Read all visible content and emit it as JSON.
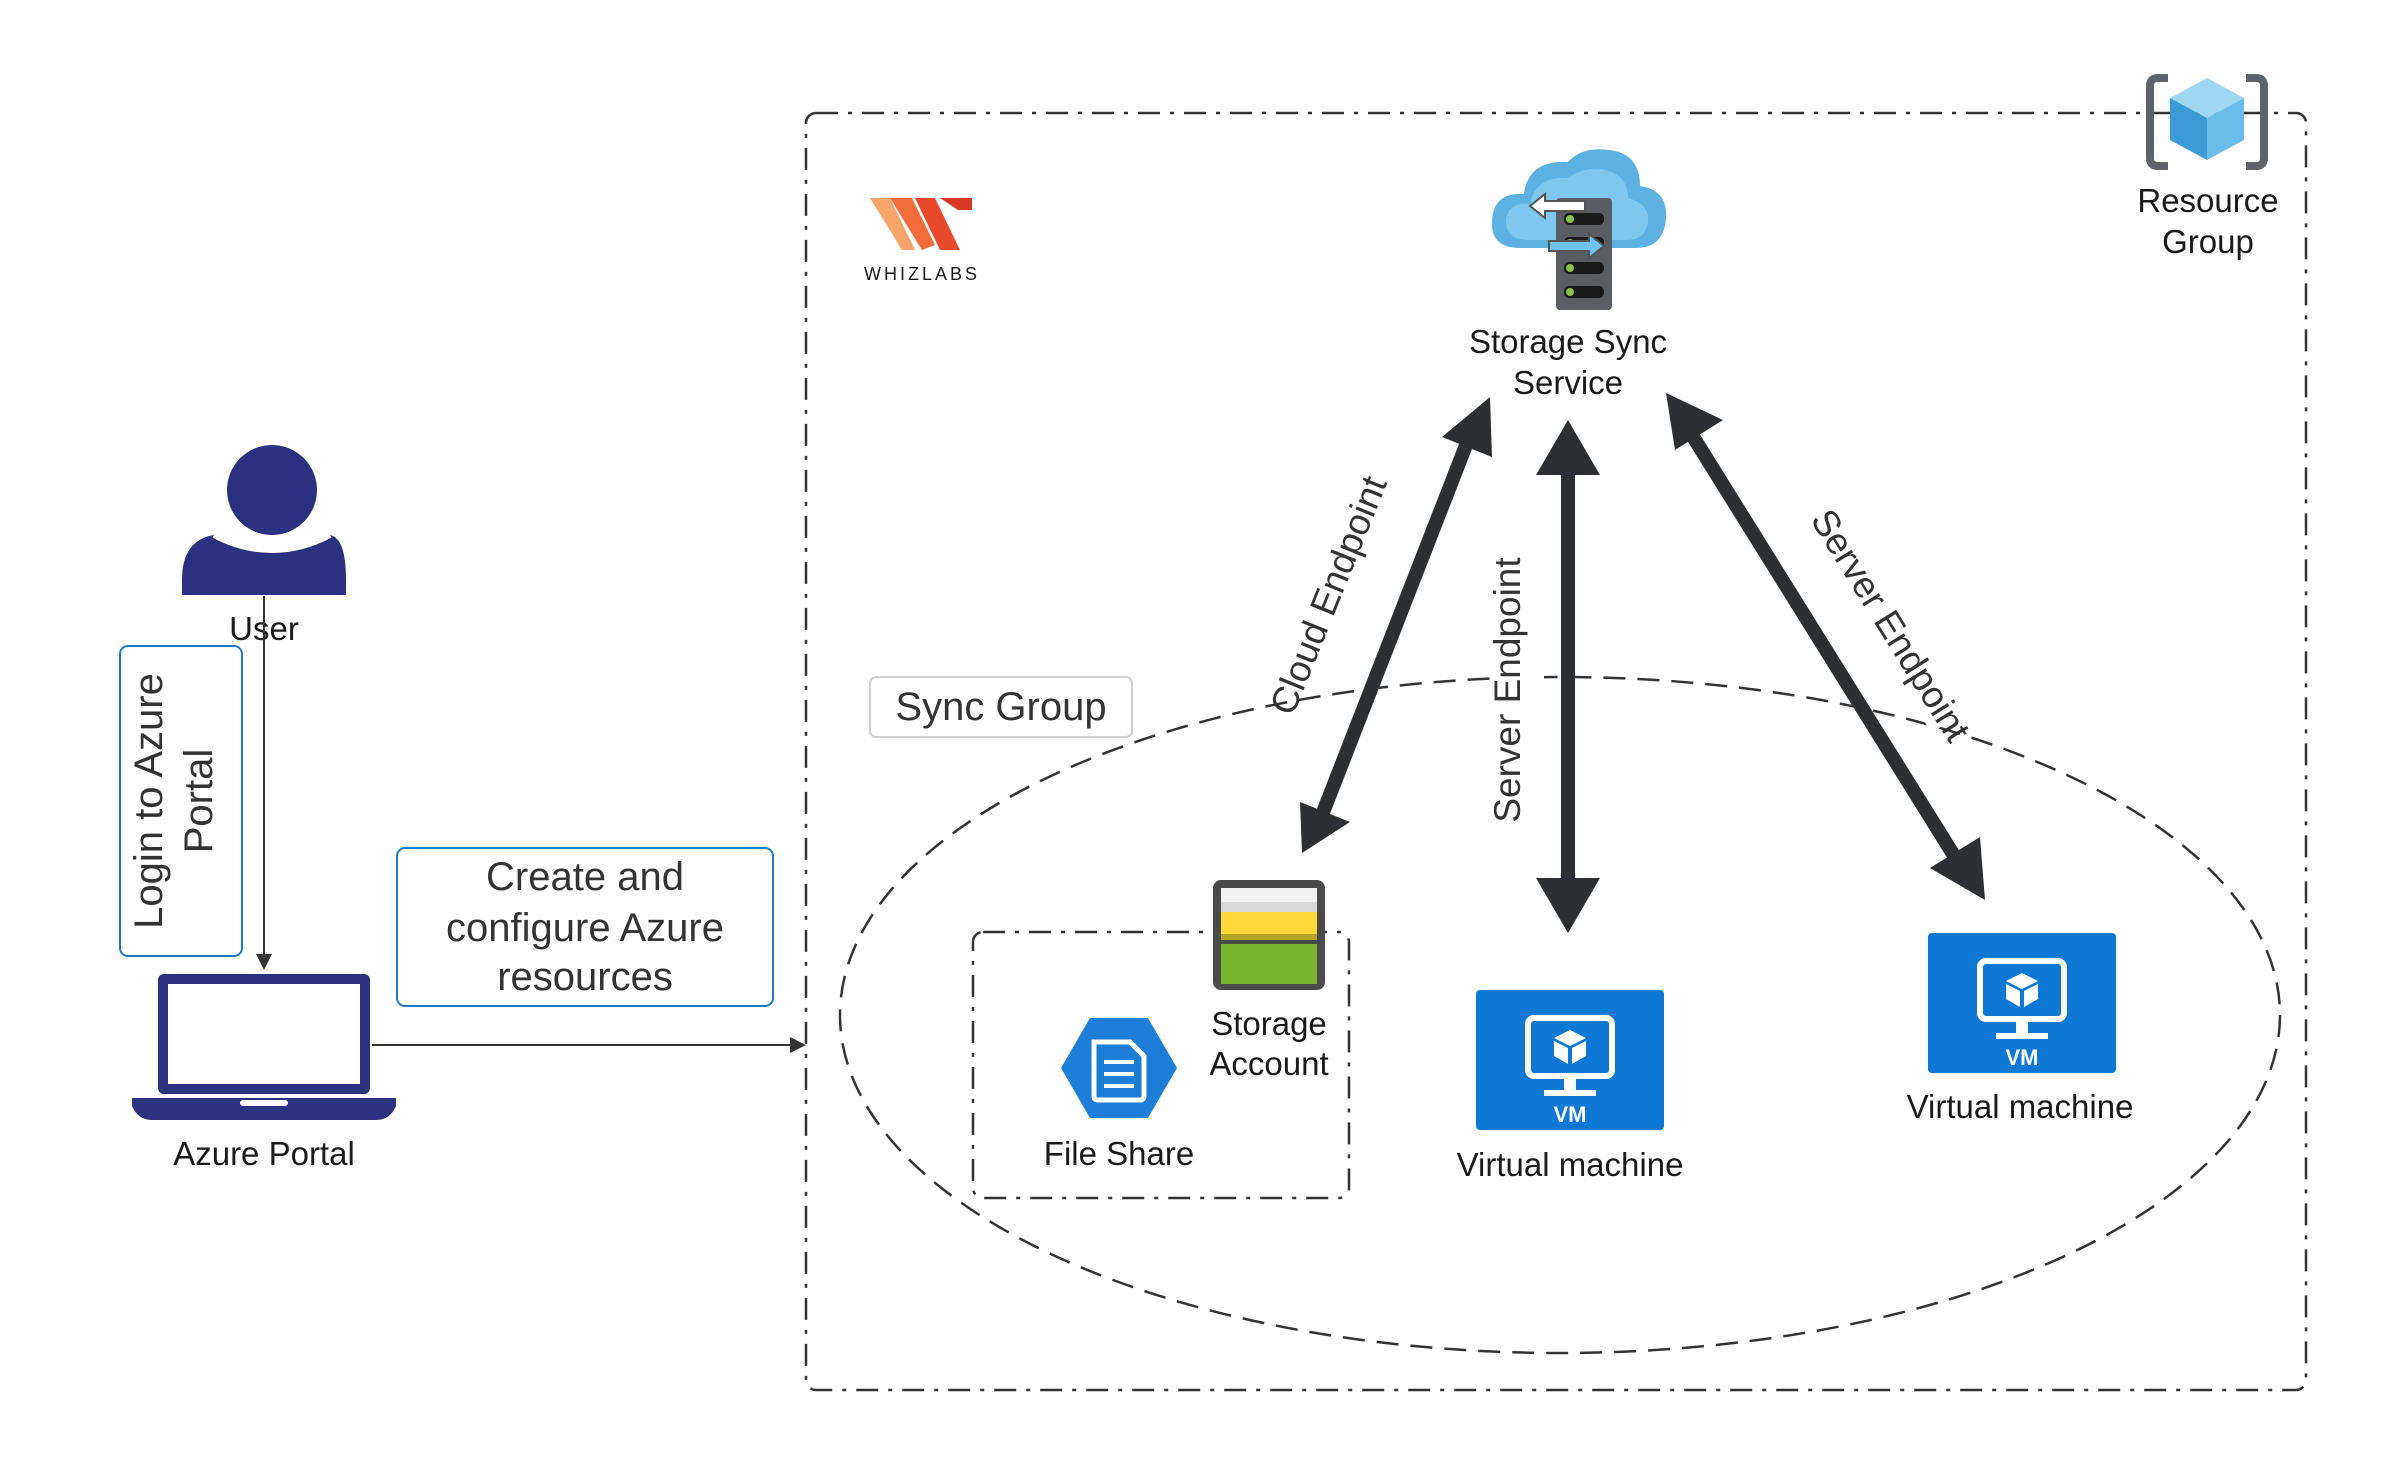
{
  "logo": {
    "text": "WHIZLABS"
  },
  "resource_group": {
    "label_line1": "Resource",
    "label_line2": "Group"
  },
  "storage_sync": {
    "label_line1": "Storage Sync",
    "label_line2": "Service"
  },
  "sync_group": {
    "label": "Sync Group"
  },
  "user": {
    "label": "User"
  },
  "login_box": {
    "line1": "Login to Azure",
    "line2": "Portal"
  },
  "create_box": {
    "line1": "Create and",
    "line2": "configure Azure",
    "line3": "resources"
  },
  "azure_portal": {
    "label": "Azure Portal"
  },
  "storage_account": {
    "label_line1": "Storage",
    "label_line2": "Account"
  },
  "file_share": {
    "label": "File Share"
  },
  "vm1": {
    "badge": "VM",
    "label": "Virtual machine"
  },
  "vm2": {
    "badge": "VM",
    "label": "Virtual machine"
  },
  "endpoints": {
    "cloud": "Cloud Endpoint",
    "server_left": "Server Endpoint",
    "server_right": "Server Endpoint"
  },
  "colors": {
    "navy": "#2b3180",
    "azure_blue": "#0f78d4",
    "arrow_dark": "#2d2f33",
    "box_border": "#1f7ac6",
    "logo_orange": "#f26b3a"
  }
}
